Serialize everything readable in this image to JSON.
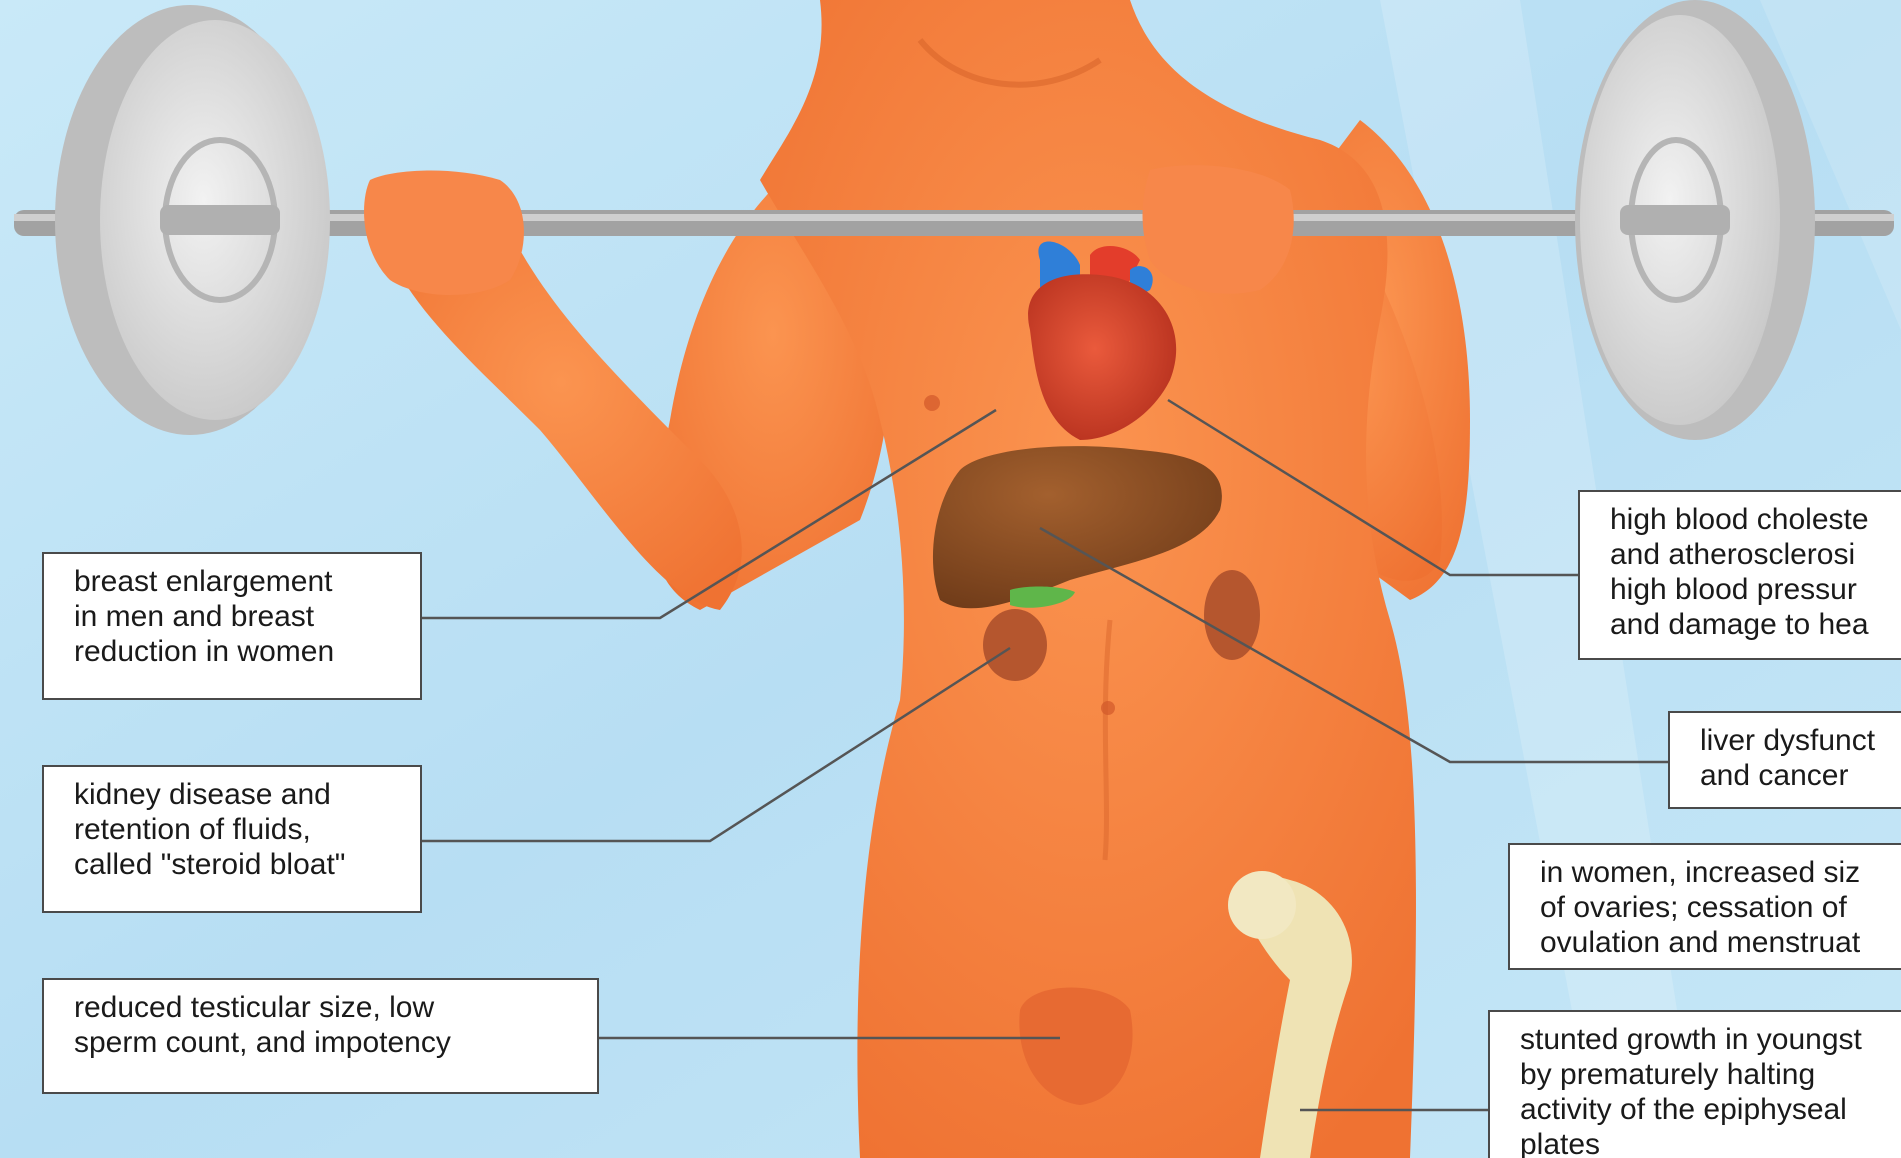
{
  "diagram": {
    "colors": {
      "background": "#bfe3f5",
      "skin": "#f6813e",
      "skin_shadow": "#e0602a",
      "barbell_bar": "#9a9a9a",
      "plate": "#e3e3e3",
      "heart": "#d6402c",
      "vessel_blue": "#2f7fd8",
      "liver": "#8a4b22",
      "kidney": "#b5562e",
      "gallbladder": "#5fb64a",
      "bone": "#efe3b4",
      "leader_line": "#555555",
      "label_box_border": "#4a4a4a",
      "label_box_fill": "#ffffff"
    },
    "labels": {
      "breast": "breast enlargement\nin men and breast\nreduction in women",
      "kidney": "kidney disease and\nretention of fluids,\ncalled \"steroid bloat\"",
      "testicular": "reduced testicular size, low\nsperm count, and impotency",
      "cholesterol": "high blood choleste\nand atherosclerosi\nhigh blood pressur\nand damage to hea",
      "liver": "liver dysfunct\nand cancer",
      "ovaries": "in women, increased siz\nof ovaries; cessation of\novulation and menstruat",
      "growth": "stunted growth in youngst\nby prematurely halting\nactivity of the epiphyseal\nplates"
    }
  }
}
